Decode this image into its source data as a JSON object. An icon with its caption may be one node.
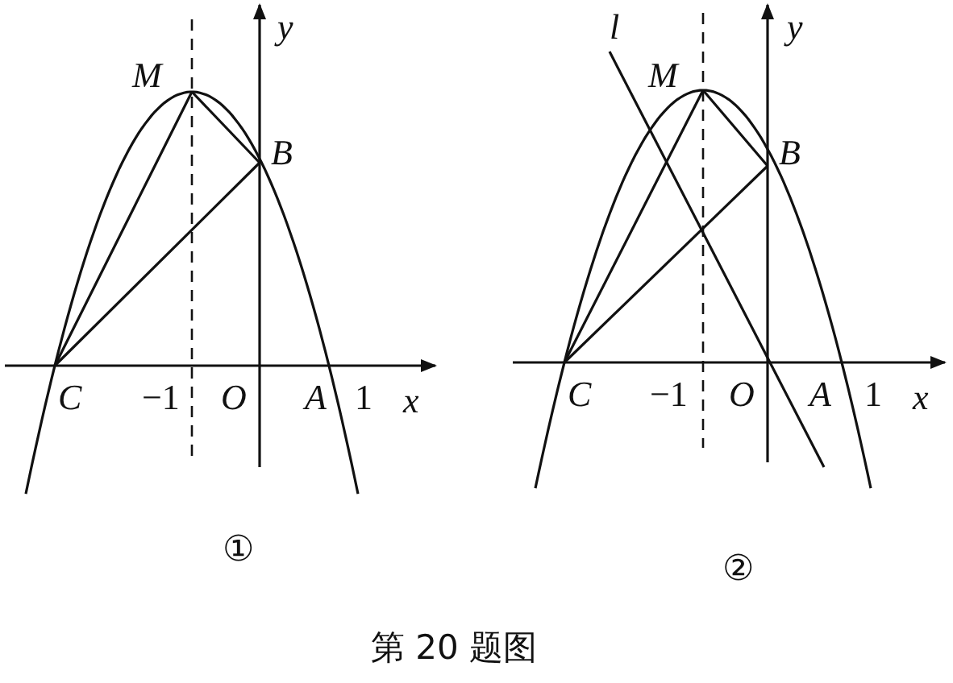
{
  "diagram": {
    "caption": "第 20 题图",
    "labels": [
      "y",
      "M",
      "B",
      "C",
      "−1",
      "O",
      "A",
      "1",
      "x",
      "①",
      "l",
      "M",
      "y",
      "B",
      "C",
      "−1",
      "O",
      "A",
      "1",
      "x",
      "②"
    ]
  }
}
